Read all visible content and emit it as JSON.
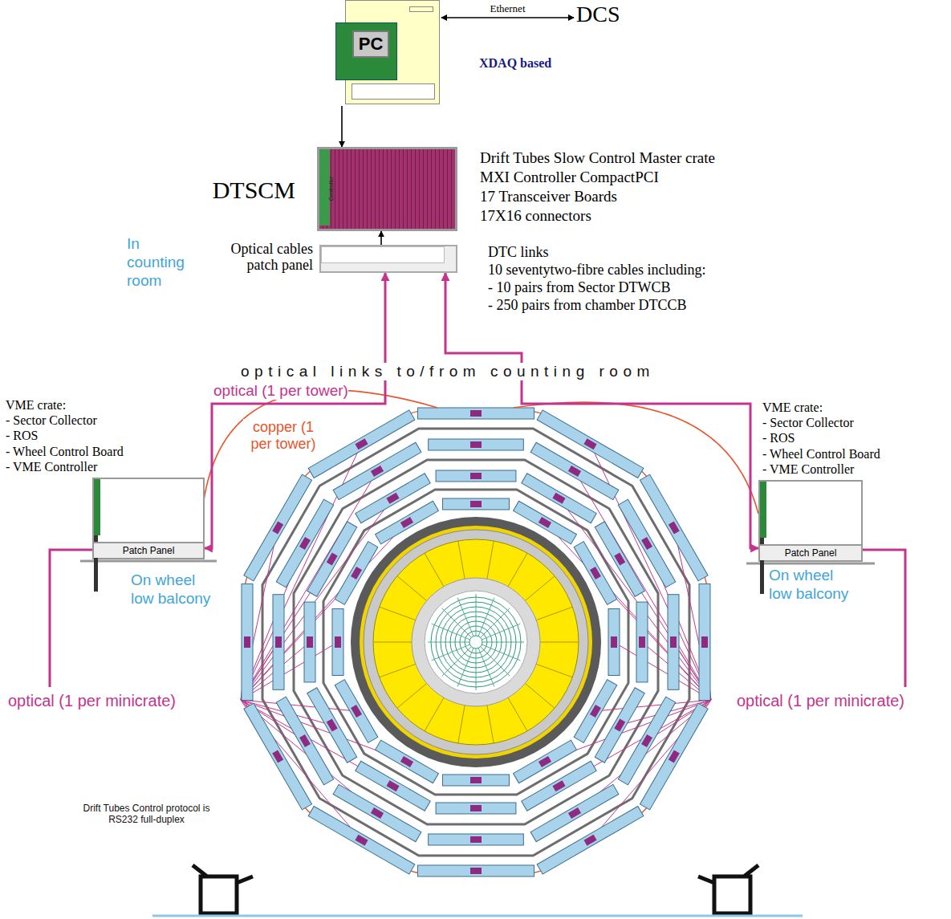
{
  "diagram": {
    "nodes": [
      {
        "text": [
          "PC"
        ]
      },
      {
        "text": [
          "DCS"
        ]
      },
      {
        "text": [
          "DTSCM"
        ]
      },
      {
        "text": [
          "Optical cables patch panel"
        ]
      },
      {
        "text": [
          "VME crate:",
          "- Sector Collector",
          "- ROS",
          "- Wheel Control Board",
          "- VME Controller"
        ]
      },
      {
        "text": [
          "Patch Panel"
        ],
        "in": 4
      },
      {
        "text": [
          "VME crate:",
          "- Sector Collector",
          "- ROS",
          "- Wheel Control Board",
          "- VME Controller"
        ]
      },
      {
        "text": [
          "Patch Panel"
        ],
        "in": 6
      }
    ],
    "edges": [
      {
        "from": 0,
        "to": 1,
        "arrow": "both",
        "label": "Ethernet"
      },
      {
        "from": 0,
        "to": 2,
        "arrow": "to"
      },
      {
        "from": 3,
        "to": 2,
        "arrow": "to"
      },
      {
        "from": 4,
        "to": 3,
        "arrow": "both"
      },
      {
        "from": 6,
        "to": 3,
        "arrow": "both"
      }
    ],
    "labels": [
      "Controller",
      "XDAQ based",
      "Drift Tubes Slow Control Master crate",
      "MXI Controller CompactPCI",
      "17 Transceiver Boards",
      "17X16 connectors",
      "In counting room",
      "DTC links",
      "10 seventytwo-fibre cables including:",
      "- 10 pairs from Sector DTWCB",
      "- 250 pairs from chamber DTCCB",
      "optical links to/from counting room",
      "optical (1 per tower)",
      "copper (1 per tower)",
      "On wheel low balcony",
      "On wheel low balcony",
      "optical (1 per minicrate)",
      "optical (1 per minicrate)",
      "Drift Tubes Control protocol is RS232 full-duplex"
    ]
  }
}
